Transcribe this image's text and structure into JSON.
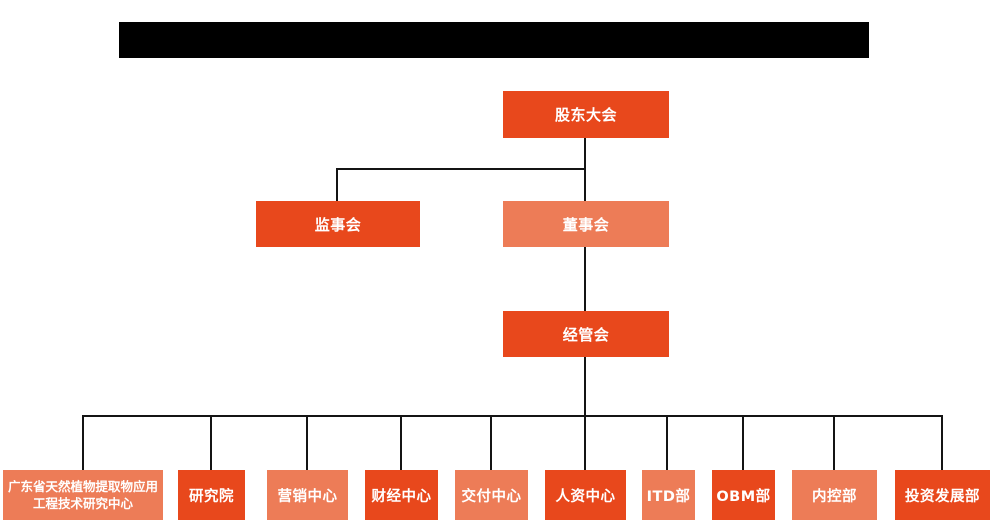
{
  "colors": {
    "node_primary": "#E8481C",
    "node_secondary": "#ED7C57",
    "connector_line": "#141414",
    "node_text": "#FFFFFF",
    "title_bar": "#000000"
  },
  "title_bar": {
    "text": ""
  },
  "org_chart": {
    "shareholders": {
      "label": "股东大会",
      "variant": "primary"
    },
    "supervisory": {
      "label": "监事会",
      "variant": "primary"
    },
    "board": {
      "label": "董事会",
      "variant": "secondary"
    },
    "management": {
      "label": "经管会",
      "variant": "primary"
    },
    "departments": [
      {
        "label": "广东省天然植物提取物应用工程技术研究中心",
        "variant": "secondary"
      },
      {
        "label": "研究院",
        "variant": "primary"
      },
      {
        "label": "营销中心",
        "variant": "secondary"
      },
      {
        "label": "财经中心",
        "variant": "primary"
      },
      {
        "label": "交付中心",
        "variant": "secondary"
      },
      {
        "label": "人资中心",
        "variant": "primary"
      },
      {
        "label": "ITD部",
        "variant": "secondary"
      },
      {
        "label": "OBM部",
        "variant": "primary"
      },
      {
        "label": "内控部",
        "variant": "secondary"
      },
      {
        "label": "投资发展部",
        "variant": "primary"
      }
    ],
    "edges": [
      [
        "股东大会",
        "监事会"
      ],
      [
        "股东大会",
        "董事会"
      ],
      [
        "董事会",
        "经管会"
      ],
      [
        "经管会",
        "广东省天然植物提取物应用工程技术研究中心"
      ],
      [
        "经管会",
        "研究院"
      ],
      [
        "经管会",
        "营销中心"
      ],
      [
        "经管会",
        "财经中心"
      ],
      [
        "经管会",
        "交付中心"
      ],
      [
        "经管会",
        "人资中心"
      ],
      [
        "经管会",
        "ITD部"
      ],
      [
        "经管会",
        "OBM部"
      ],
      [
        "经管会",
        "内控部"
      ],
      [
        "经管会",
        "投资发展部"
      ]
    ]
  }
}
